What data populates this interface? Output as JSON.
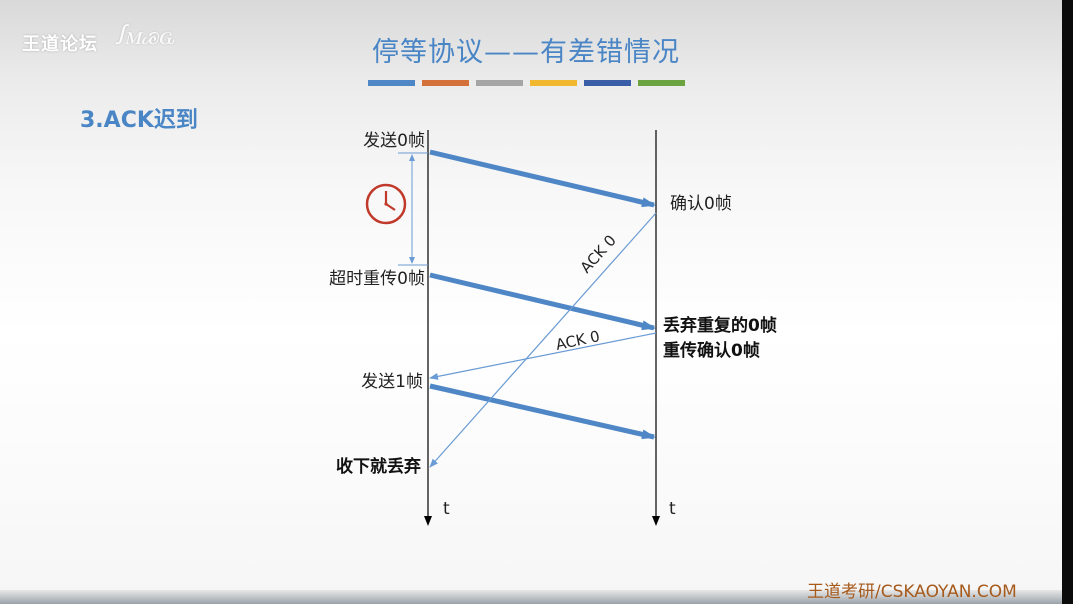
{
  "branding": {
    "logo_text": "王道论坛",
    "footer": "王道考研/CSKAOYAN.COM"
  },
  "title": "停等协议——有差错情况",
  "subtitle": "3.ACK迟到",
  "color_bar": [
    "#4f86c6",
    "#d4703a",
    "#a5a5a5",
    "#f0b72f",
    "#3a5da8",
    "#6aa33f"
  ],
  "sender_labels": {
    "send0": "发送0帧",
    "retransmit0": "超时重传0帧",
    "send1": "发送1帧",
    "receive_discard": "收下就丢弃"
  },
  "receiver_labels": {
    "confirm0": "确认0帧",
    "discard_dup_line1": "丢弃重复的0帧",
    "discard_dup_line2": "重传确认0帧"
  },
  "ack_labels": [
    "ACK 0",
    "ACK 0"
  ],
  "time_label": "t",
  "colors": {
    "arrow": "#4f86c6",
    "ack_line": "#6a9bd4",
    "timer": "#c0392b"
  }
}
